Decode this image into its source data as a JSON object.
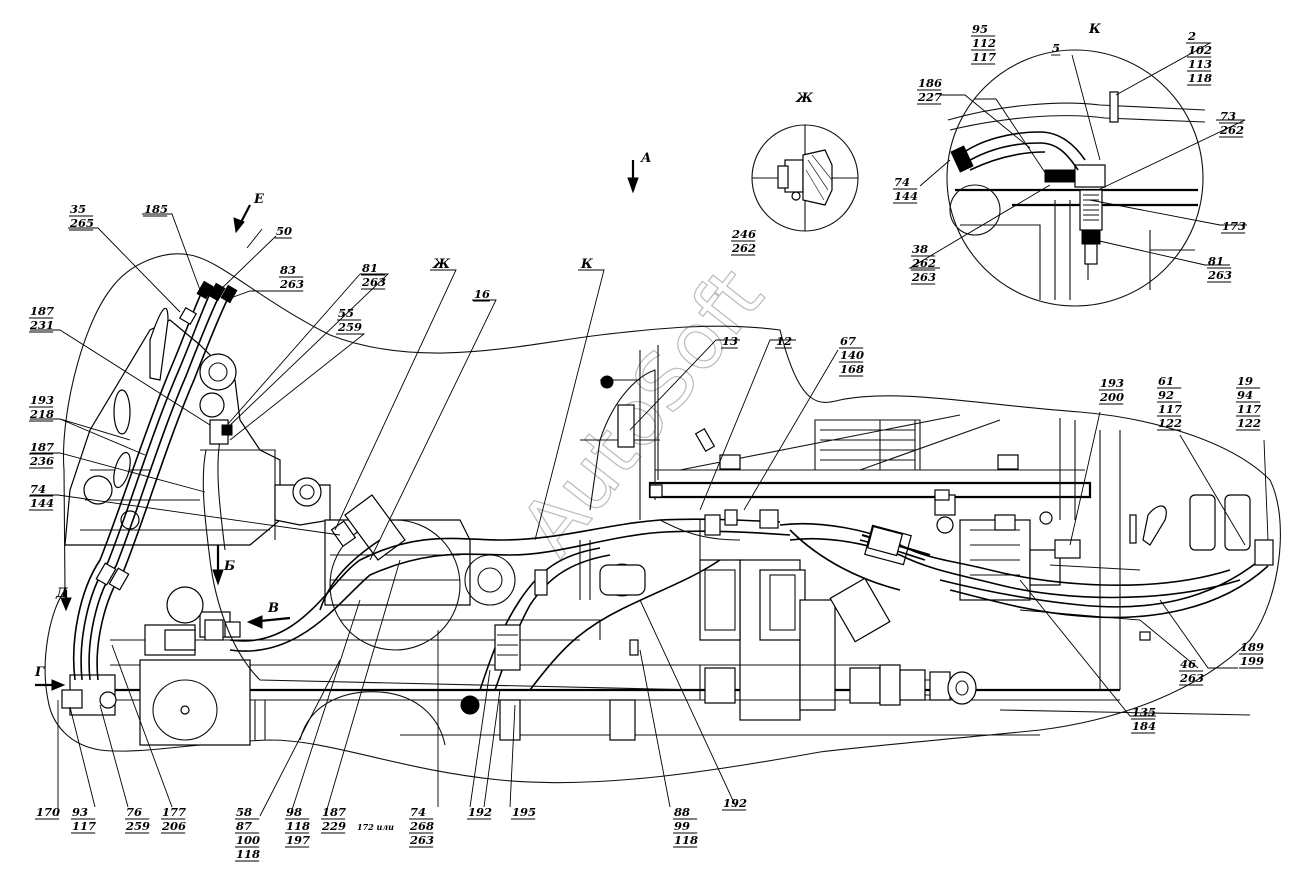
{
  "watermark": "AutoSoft",
  "view_labels": {
    "A": "А",
    "E": "Е",
    "B": "Б",
    "V": "В",
    "G": "Г",
    "D": "Д",
    "Zh_title": "Ж",
    "Zh_ref": "Ж",
    "K_title": "К",
    "K_ref": "К"
  },
  "callouts": {
    "c35": [
      "35",
      "265"
    ],
    "c185": [
      "185"
    ],
    "c50": [
      "50"
    ],
    "c83": [
      "83",
      "263"
    ],
    "c81a": [
      "81",
      "263"
    ],
    "c55": [
      "55",
      "259"
    ],
    "c16": [
      "16"
    ],
    "c187a": [
      "187",
      "231"
    ],
    "c193a": [
      "193",
      "218"
    ],
    "c187b": [
      "187",
      "236"
    ],
    "c74a": [
      "74",
      "144"
    ],
    "c13": [
      "13"
    ],
    "c12": [
      "12"
    ],
    "c67": [
      "67",
      "140",
      "168"
    ],
    "c193b": [
      "193",
      "200"
    ],
    "c61": [
      "61",
      "92",
      "117",
      "122"
    ],
    "c19": [
      "19",
      "94",
      "117",
      "122"
    ],
    "c246": [
      "246",
      "262"
    ],
    "c95": [
      "95",
      "112",
      "117"
    ],
    "c5": [
      "5"
    ],
    "c2": [
      "2",
      "102",
      "113",
      "118"
    ],
    "c186": [
      "186",
      "227"
    ],
    "c73": [
      "73",
      "262"
    ],
    "c74b": [
      "74",
      "144"
    ],
    "c173": [
      "173"
    ],
    "c38": [
      "38",
      "262",
      "263"
    ],
    "c81b": [
      "81",
      "263"
    ],
    "c189": [
      "189",
      "199"
    ],
    "c46": [
      "46",
      "263"
    ],
    "c135": [
      "135",
      "184"
    ],
    "c170": [
      "170"
    ],
    "c93": [
      "93",
      "117"
    ],
    "c76": [
      "76",
      "259"
    ],
    "c177": [
      "177",
      "206"
    ],
    "c58": [
      "58",
      "87",
      "100",
      "118"
    ],
    "c98": [
      "98",
      "118",
      "197"
    ],
    "c187c": [
      "187",
      "229"
    ],
    "c74c": [
      "74",
      "268",
      "263"
    ],
    "c74c_prefix": "172 или",
    "c192a": [
      "192"
    ],
    "c195": [
      "195"
    ],
    "c88": [
      "88",
      "99",
      "118"
    ],
    "c192b": [
      "192"
    ]
  }
}
